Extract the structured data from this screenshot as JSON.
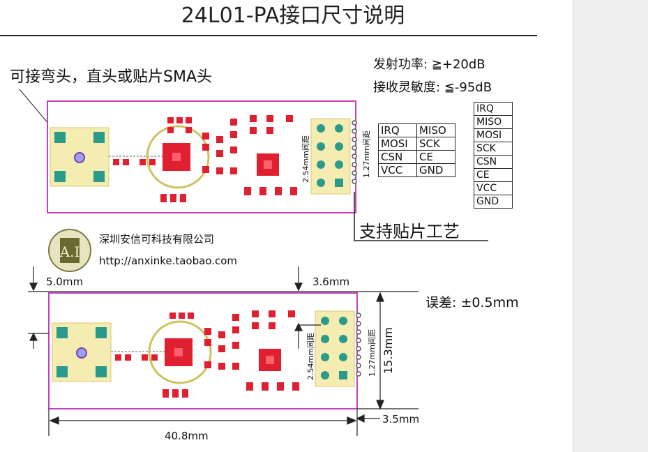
{
  "title": "24L01-PA接口尺寸说明",
  "connector_note": "可接弯头，直头或贴片SMA头",
  "tx_power": "发射功率: ≧+20dB",
  "rx_sensitivity": "接收灵敏度: ≦-95dB",
  "smt_note": "支持贴片工艺",
  "company": {
    "name": "深圳安信可科技有限公司",
    "url": "http://anxinke.taobao.com",
    "logo_text": "A.I"
  },
  "pinout_2col": [
    [
      "IRQ",
      "MISO"
    ],
    [
      "MOSI",
      "SCK"
    ],
    [
      "CSN",
      "CE"
    ],
    [
      "VCC",
      "GND"
    ]
  ],
  "pinout_1col": [
    "IRQ",
    "MISO",
    "MOSI",
    "SCK",
    "CSN",
    "CE",
    "VCC",
    "GND"
  ],
  "dimensions": {
    "left_offset": "5.0mm",
    "top_gap": "3.6mm",
    "tolerance": "误差: ±0.5mm",
    "height": "15.3mm",
    "length": "40.8mm",
    "right_gap": "3.5mm",
    "pitch_254": "2.54mm间距",
    "pitch_127": "1.27mm间距"
  },
  "colors": {
    "board_outline": "#c040c0",
    "silk": "#f0e68c",
    "pad_red": "#e02030",
    "pad_green": "#2a9a8a",
    "text": "#111111"
  }
}
